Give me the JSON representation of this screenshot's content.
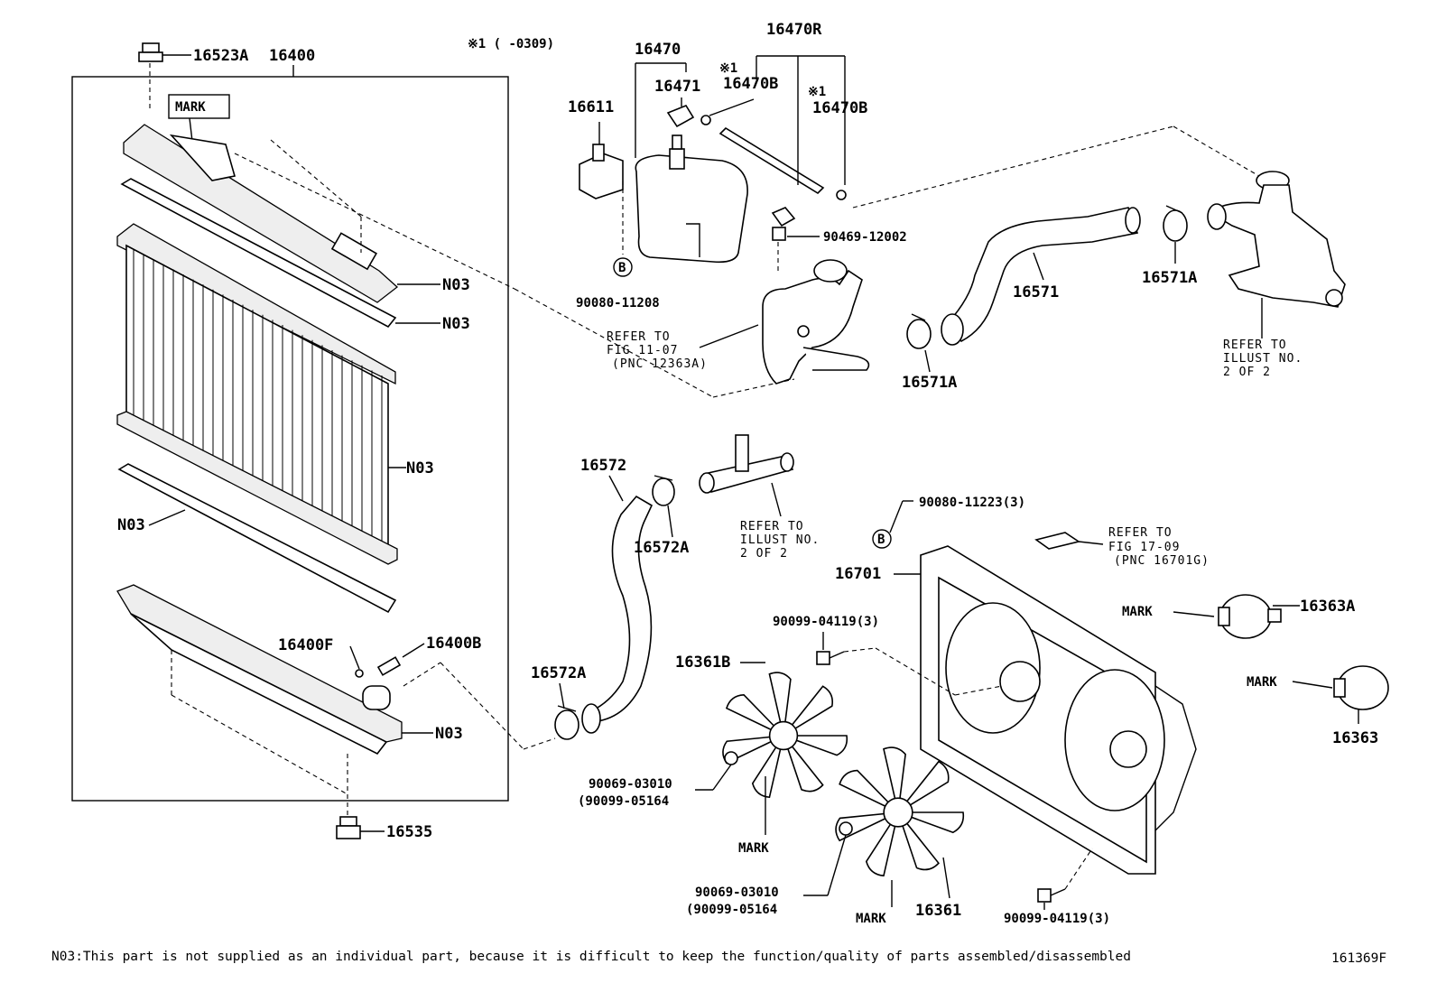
{
  "labels": {
    "p16523A": "16523A",
    "p16400": "16400",
    "mark_top": "MARK",
    "n03_a": "N03",
    "n03_b": "N03",
    "n03_c": "N03",
    "n03_d": "N03",
    "n03_e": "N03",
    "p16400F": "16400F",
    "p16400B": "16400B",
    "p16535": "16535",
    "star_range": "※1 (    -0309)",
    "p16470": "16470",
    "p16470R": "16470R",
    "star1_a": "※1",
    "p16470B_a": "16470B",
    "star1_b": "※1",
    "p16470B_b": "16470B",
    "p16471": "16471",
    "p16611": "16611",
    "b_circle_a": "B",
    "p90080_11208": "90080-11208",
    "p90469_12002": "90469-12002",
    "refer_fig1107_l1": "REFER TO",
    "refer_fig1107_l2": "FIG 11-07",
    "refer_fig1107_l3": "(PNC 12363A)",
    "p16571": "16571",
    "p16571A_a": "16571A",
    "p16571A_b": "16571A",
    "refer_illust_a_l1": "REFER TO",
    "refer_illust_a_l2": "ILLUST NO.",
    "refer_illust_a_l3": "2 OF 2",
    "p16572": "16572",
    "p16572A_a": "16572A",
    "p16572A_b": "16572A",
    "refer_illust_b_l1": "REFER TO",
    "refer_illust_b_l2": "ILLUST NO.",
    "refer_illust_b_l3": "2 OF 2",
    "p90080_11223": "90080-11223(3)",
    "b_circle_b": "B",
    "refer_fig1709_l1": "REFER TO",
    "refer_fig1709_l2": "FIG 17-09",
    "refer_fig1709_l3": "(PNC 16701G)",
    "p16701": "16701",
    "mark_motor_a": "MARK",
    "p16363A": "16363A",
    "mark_motor_b": "MARK",
    "p16363": "16363",
    "p90099_04119_a": "90099-04119(3)",
    "p16361B": "16361B",
    "p90069_03010_a": "90069-03010",
    "p90099_05164_a": "(90099-05164",
    "mark_fan_a": "MARK",
    "p90069_03010_b": "90069-03010",
    "p90099_05164_b": "(90099-05164",
    "mark_fan_b": "MARK",
    "p16361": "16361",
    "p90099_04119_b": "90099-04119(3)"
  },
  "footer": {
    "note": "N03:This part is not supplied as an individual part, because it is difficult to keep the function/quality of parts assembled/disassembled",
    "code": "161369F"
  }
}
